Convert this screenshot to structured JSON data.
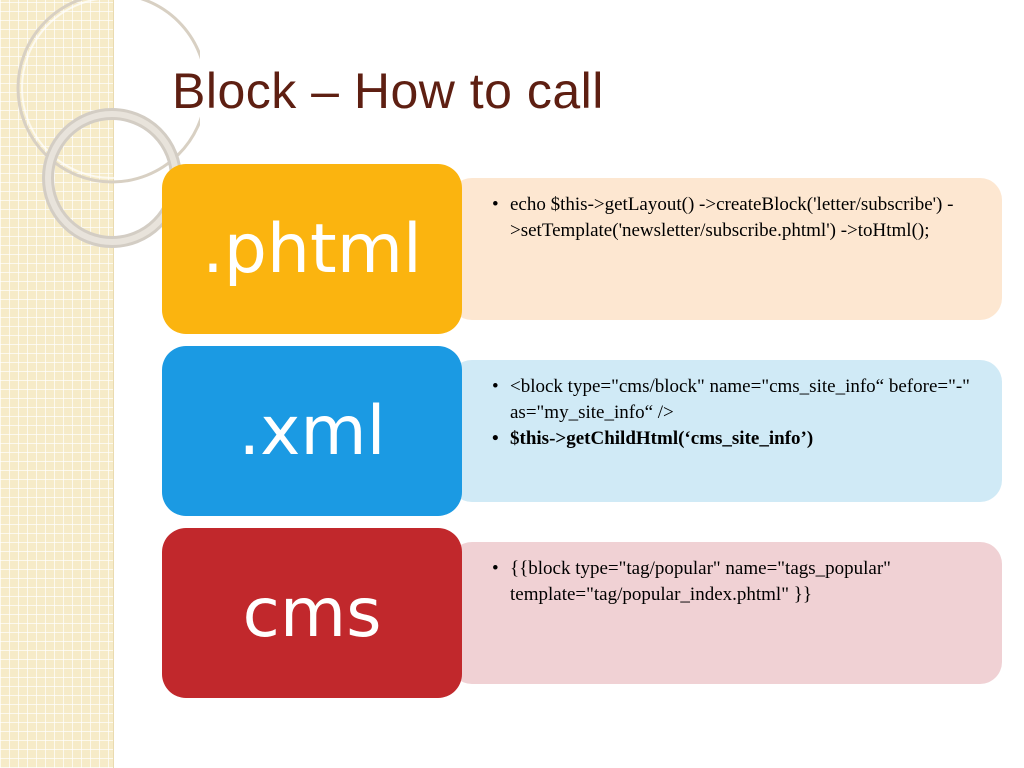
{
  "slide": {
    "title": "Block – How to call"
  },
  "rows": [
    {
      "label": ".phtml",
      "items": [
        {
          "text": "echo $this->getLayout() ->createBlock('letter/subscribe') ->setTemplate('newsletter/subscribe.phtml') ->toHtml();"
        }
      ]
    },
    {
      "label": ".xml",
      "items": [
        {
          "text": "<block type=\"cms/block\" name=\"cms_site_info“ before=\"-\" as=\"my_site_info“ />"
        },
        {
          "text": "$this->getChildHtml(‘cms_site_info’)"
        }
      ]
    },
    {
      "label": "cms",
      "items": [
        {
          "text": "{{block type=\"tag/popular\" name=\"tags_popular\" template=\"tag/popular_index.phtml\" }}"
        }
      ]
    }
  ],
  "colors": {
    "title": "#5e1f12",
    "phtml": "#fbb40f",
    "xml": "#1b9ae3",
    "cms": "#c1282c",
    "phtml_bg": "#fde7d1",
    "xml_bg": "#d0eaf6",
    "cms_bg": "#f0d1d4"
  }
}
